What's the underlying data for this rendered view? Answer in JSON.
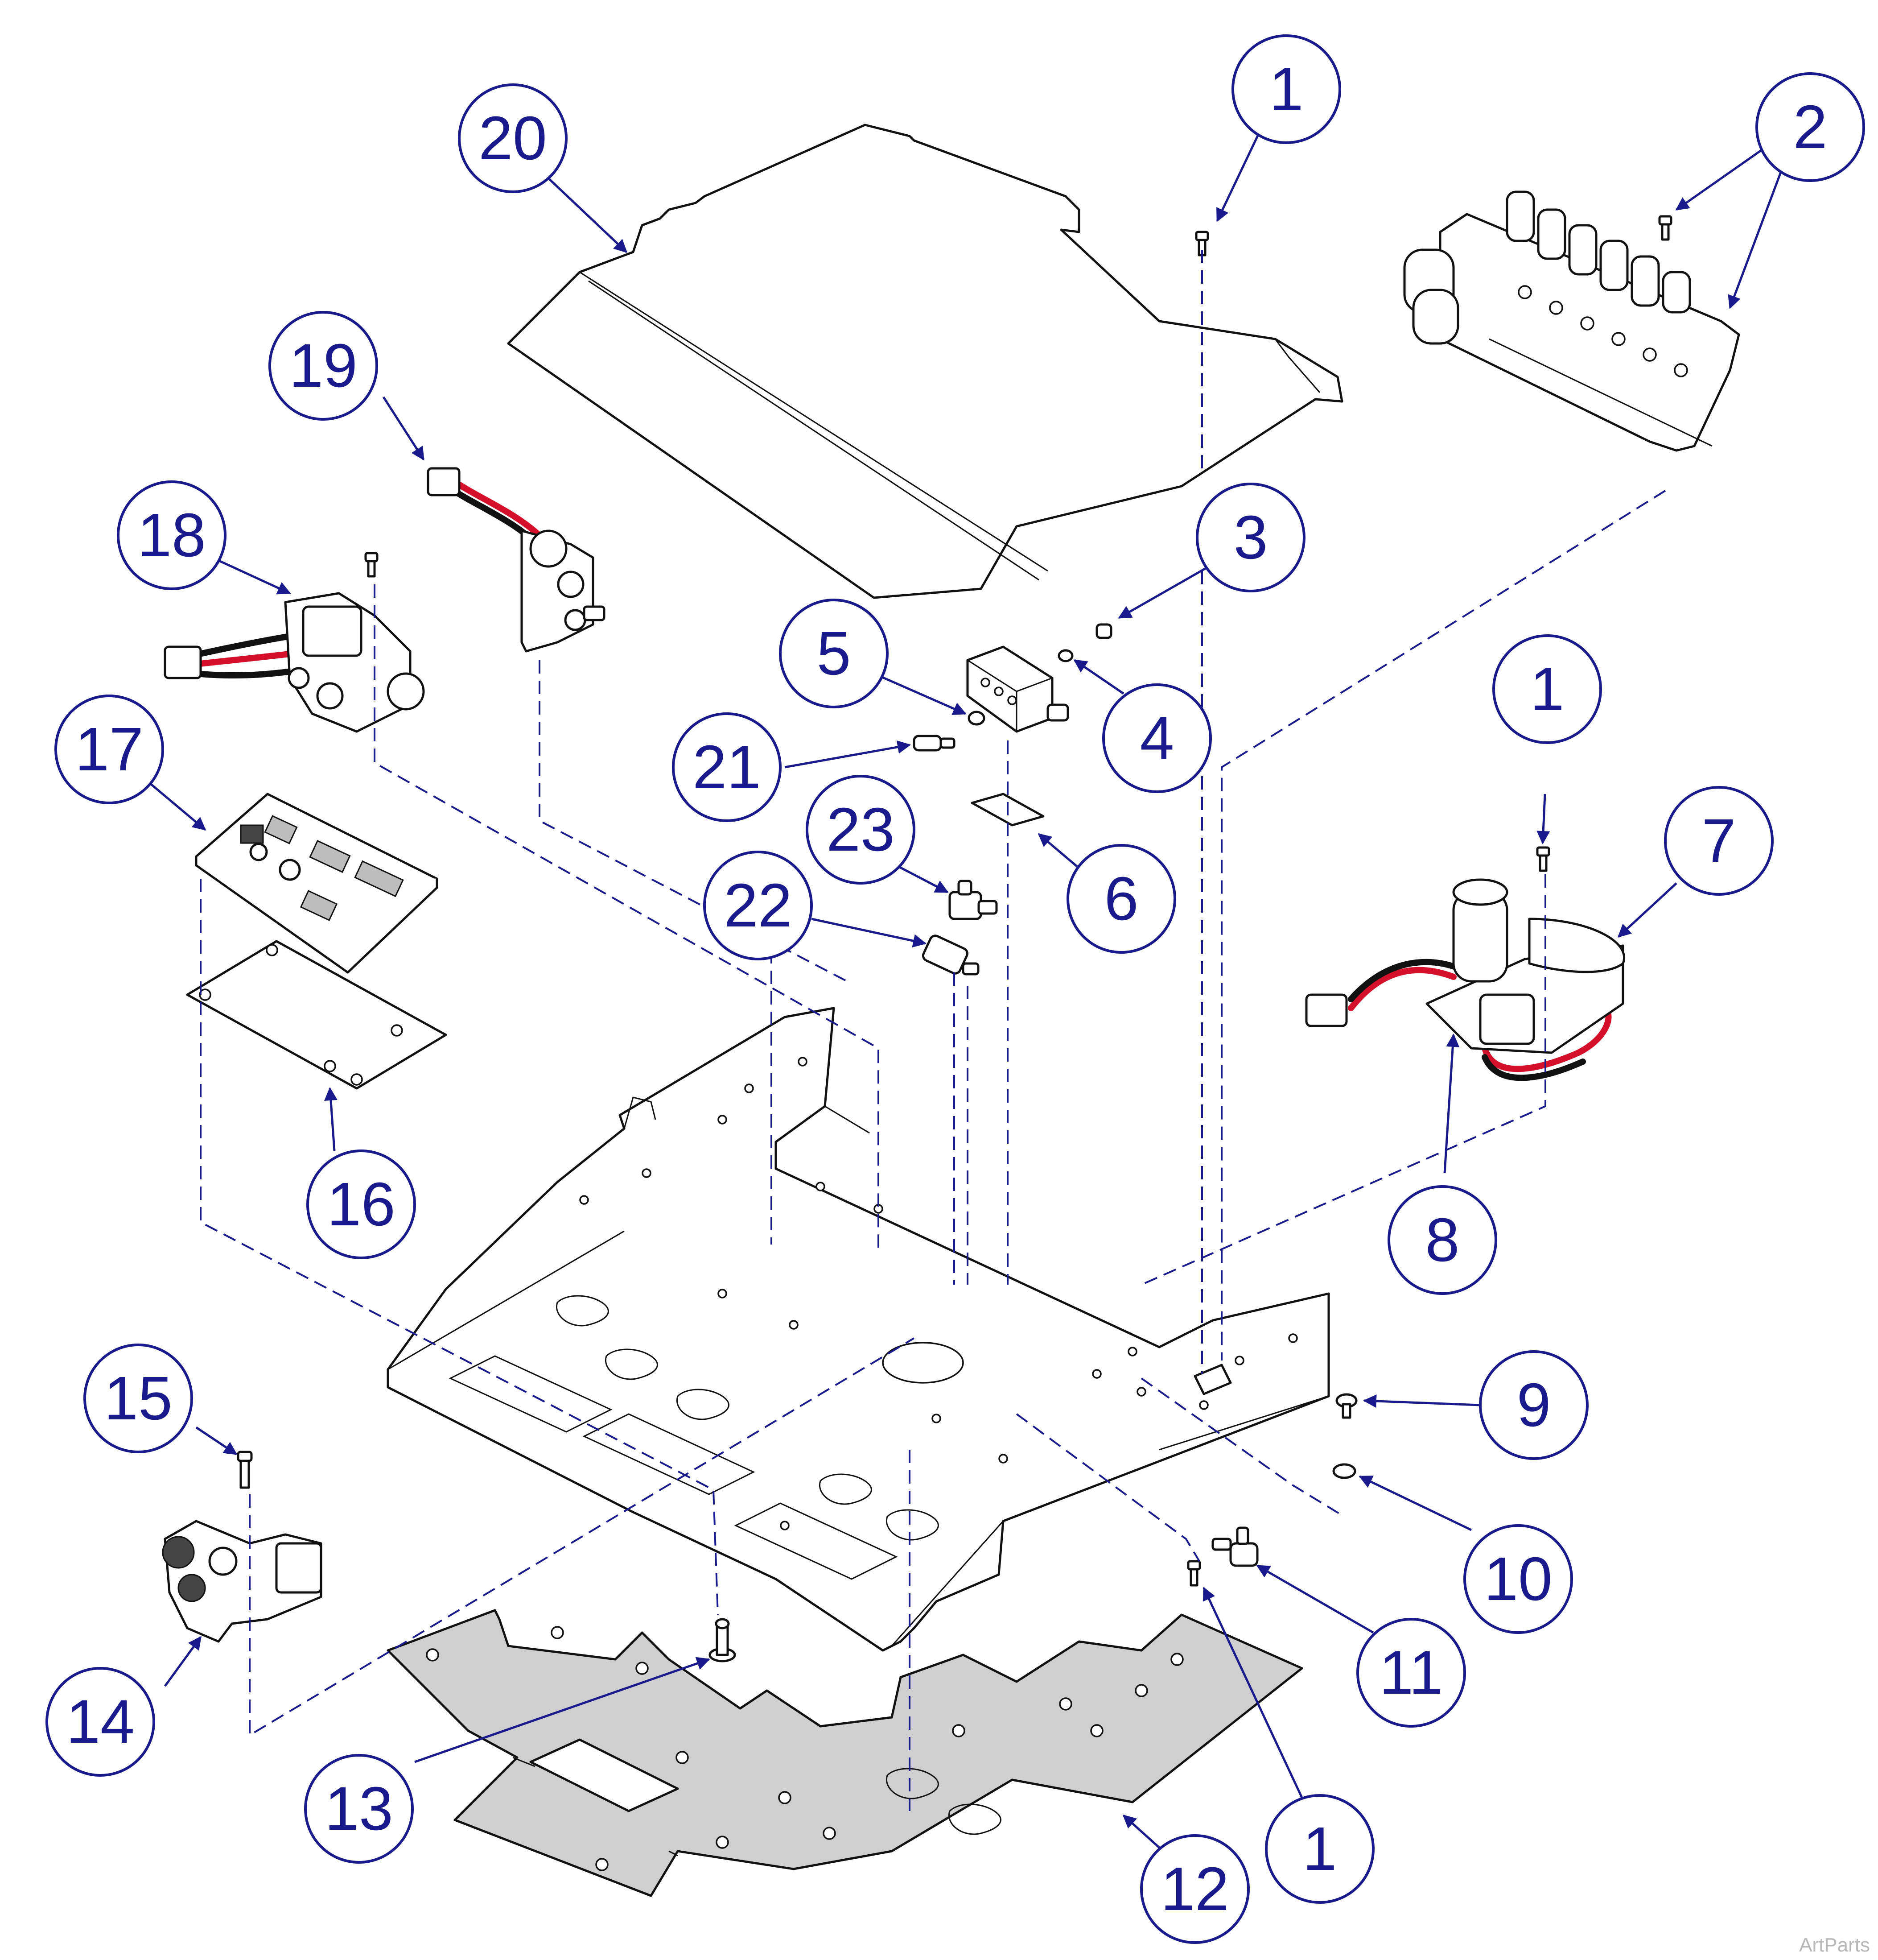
{
  "diagram": {
    "callouts": [
      {
        "id": "c1a",
        "label": "1"
      },
      {
        "id": "c2",
        "label": "2"
      },
      {
        "id": "c3",
        "label": "3"
      },
      {
        "id": "c4",
        "label": "4"
      },
      {
        "id": "c5",
        "label": "5"
      },
      {
        "id": "c6",
        "label": "6"
      },
      {
        "id": "c1b",
        "label": "1"
      },
      {
        "id": "c7",
        "label": "7"
      },
      {
        "id": "c8",
        "label": "8"
      },
      {
        "id": "c9",
        "label": "9"
      },
      {
        "id": "c10",
        "label": "10"
      },
      {
        "id": "c11",
        "label": "11"
      },
      {
        "id": "c1c",
        "label": "1"
      },
      {
        "id": "c12",
        "label": "12"
      },
      {
        "id": "c13",
        "label": "13"
      },
      {
        "id": "c14",
        "label": "14"
      },
      {
        "id": "c15",
        "label": "15"
      },
      {
        "id": "c16",
        "label": "16"
      },
      {
        "id": "c17",
        "label": "17"
      },
      {
        "id": "c18",
        "label": "18"
      },
      {
        "id": "c19",
        "label": "19"
      },
      {
        "id": "c20",
        "label": "20"
      },
      {
        "id": "c21",
        "label": "21"
      },
      {
        "id": "c22",
        "label": "22"
      },
      {
        "id": "c23",
        "label": "23"
      }
    ]
  },
  "watermark": "ArtParts",
  "colors": {
    "callout": "#1a1a8c",
    "wire_red": "#d4102a",
    "plate_grey": "#cfcfcf"
  }
}
